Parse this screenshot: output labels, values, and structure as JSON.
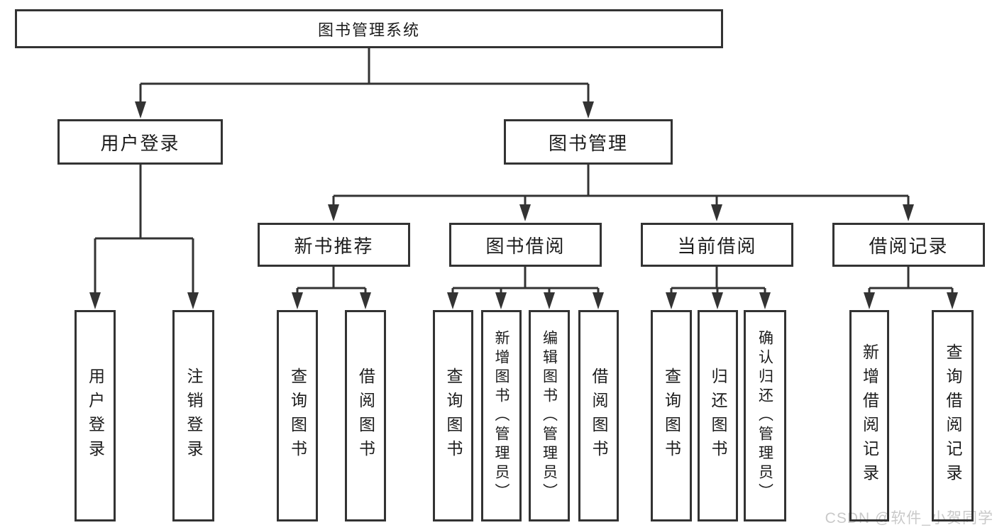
{
  "colors": {
    "line": "#333333",
    "text": "#1c1c1c",
    "background": "#ffffff",
    "watermark": "#c9c9c9"
  },
  "diagram": {
    "root": {
      "label": "图书管理系统"
    },
    "branches": [
      {
        "label": "用户登录",
        "children": [
          {
            "label": "用户登录"
          },
          {
            "label": "注销登录"
          }
        ]
      },
      {
        "label": "图书管理",
        "groups": [
          {
            "label": "新书推荐",
            "children": [
              {
                "label": "查询图书"
              },
              {
                "label": "借阅图书"
              }
            ]
          },
          {
            "label": "图书借阅",
            "children": [
              {
                "label": "查询图书"
              },
              {
                "label": "新增图书（管理员）"
              },
              {
                "label": "编辑图书（管理员）"
              },
              {
                "label": "借阅图书"
              }
            ]
          },
          {
            "label": "当前借阅",
            "children": [
              {
                "label": "查询图书"
              },
              {
                "label": "归还图书"
              },
              {
                "label": "确认归还（管理员）"
              }
            ]
          },
          {
            "label": "借阅记录",
            "children": [
              {
                "label": "新增借阅记录"
              },
              {
                "label": "查询借阅记录"
              }
            ]
          }
        ]
      }
    ]
  },
  "watermark": {
    "text": "CSDN @软件_小贺同学"
  }
}
